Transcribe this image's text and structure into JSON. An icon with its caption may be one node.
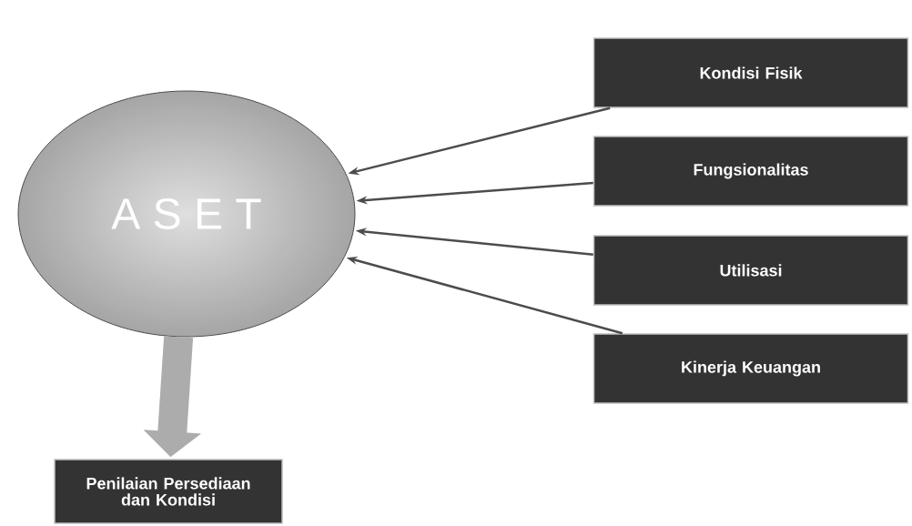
{
  "diagram": {
    "nodes": [
      {
        "text": [
          "A S E T"
        ]
      },
      {
        "text": [
          "Kondisi Fisik"
        ]
      },
      {
        "text": [
          "Fungsionalitas"
        ]
      },
      {
        "text": [
          "Utilisasi"
        ]
      },
      {
        "text": [
          "Kinerja Keuangan"
        ]
      },
      {
        "text": [
          "Penilaian Persediaan dan Kondisi"
        ]
      }
    ],
    "edges": [
      {
        "from": 1,
        "to": 0,
        "arrow": "to"
      },
      {
        "from": 2,
        "to": 0,
        "arrow": "to"
      },
      {
        "from": 3,
        "to": 0,
        "arrow": "to"
      },
      {
        "from": 4,
        "to": 0,
        "arrow": "to"
      },
      {
        "from": 0,
        "to": 5,
        "arrow": "to",
        "style": "thick",
        "color": "#acacac"
      }
    ]
  }
}
